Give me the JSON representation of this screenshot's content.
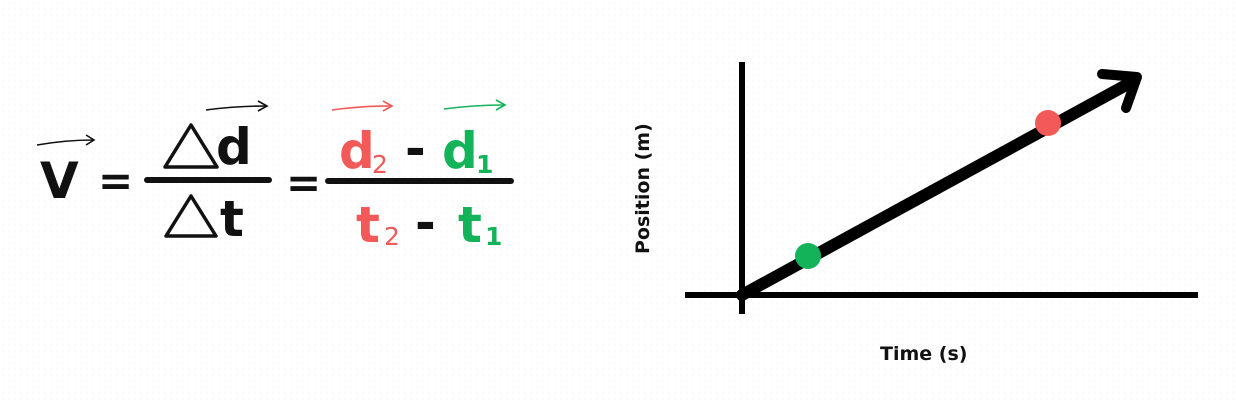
{
  "formula": {
    "velocity_symbol": "V",
    "equals": "=",
    "delta_d": "d",
    "delta_t": "t",
    "numerator": {
      "d2_base": "d",
      "d2_sub": "2",
      "minus": "-",
      "d1_base": "d",
      "d1_sub": "1"
    },
    "denominator": {
      "t2_base": "t",
      "t2_sub": "2",
      "minus": "-",
      "t1_base": "t",
      "t1_sub": "1"
    }
  },
  "graph": {
    "x_label": "Time (s)",
    "y_label": "Position (m)",
    "point_1_color": "#13b35a",
    "point_2_color": "#f25a5a"
  },
  "colors": {
    "final_position": "#f25a5a",
    "initial_position": "#13b35a",
    "ink": "#111111"
  }
}
